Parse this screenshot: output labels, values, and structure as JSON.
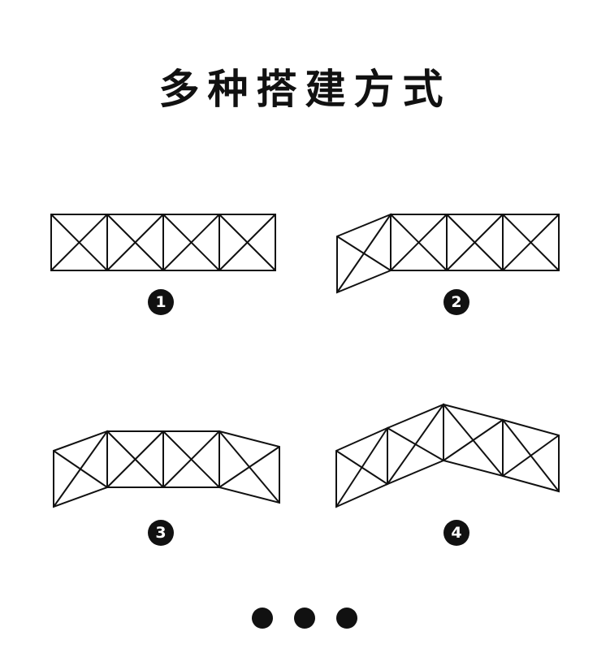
{
  "title": "多种搭建方式",
  "colors": {
    "ink": "#111111",
    "background": "#ffffff"
  },
  "configurations": [
    {
      "badge": "1"
    },
    {
      "badge": "2"
    },
    {
      "badge": "3"
    },
    {
      "badge": "4"
    }
  ],
  "more_indicator_icon": "ellipsis-dots-icon"
}
